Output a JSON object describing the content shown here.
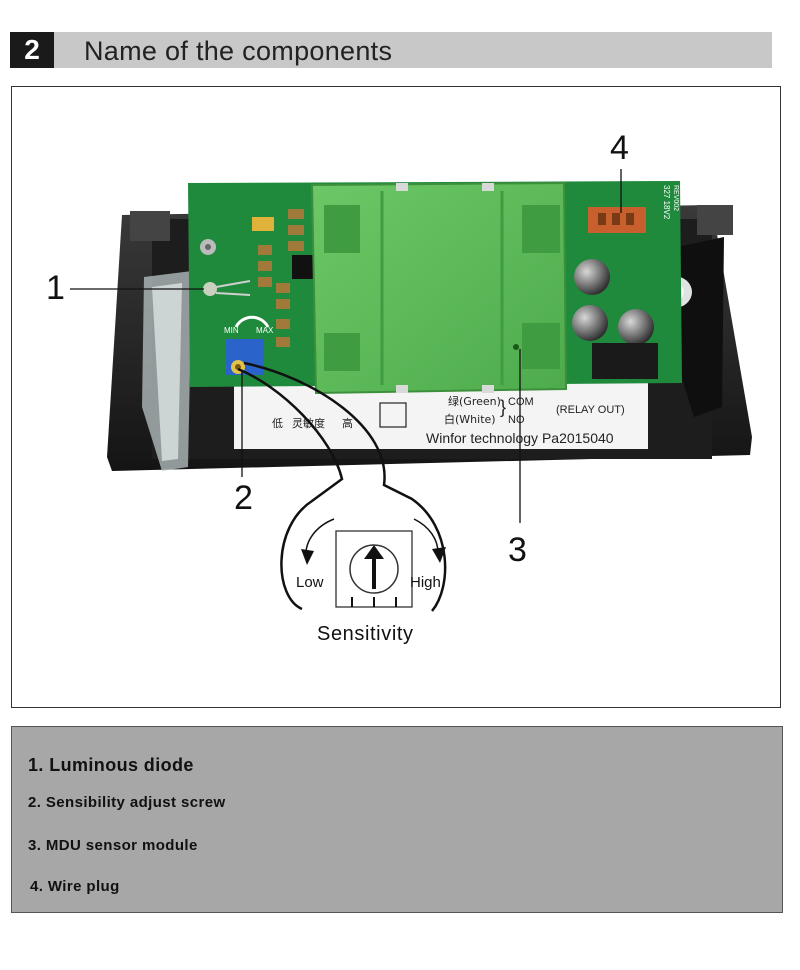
{
  "header": {
    "number": "2",
    "title": "Name of the components"
  },
  "figure": {
    "callouts": [
      "1",
      "2",
      "3",
      "4"
    ],
    "board_text": {
      "pcb_code": "327 18V2",
      "pcb_rev": "REV002",
      "min": "MIN",
      "max": "MAX",
      "green_wire": "绿(Green)",
      "white_wire": "白(White)",
      "com": "COM",
      "no": "NO",
      "relay_out": "(RELAY OUT)",
      "company": "Winfor technology Pa2015040",
      "sensitivity_cn_low": "低",
      "sensitivity_cn_mid": "灵敏度",
      "sensitivity_cn_high": "高"
    },
    "dial": {
      "low": "Low",
      "high": "High",
      "caption": "Sensitivity"
    }
  },
  "legend": {
    "items": [
      "1. Luminous diode",
      "2. Sensibility adjust screw",
      "3. MDU sensor module",
      "4. Wire plug"
    ]
  },
  "colors": {
    "pcb_green": "#1f8a3c",
    "module_green": "#5fbf5a",
    "housing": "#2a2a2a",
    "header_bar": "#c8c8c8",
    "legend_bg": "#a7a7a7",
    "pot_blue": "#2a63c9",
    "plug_orange": "#c8602e"
  }
}
